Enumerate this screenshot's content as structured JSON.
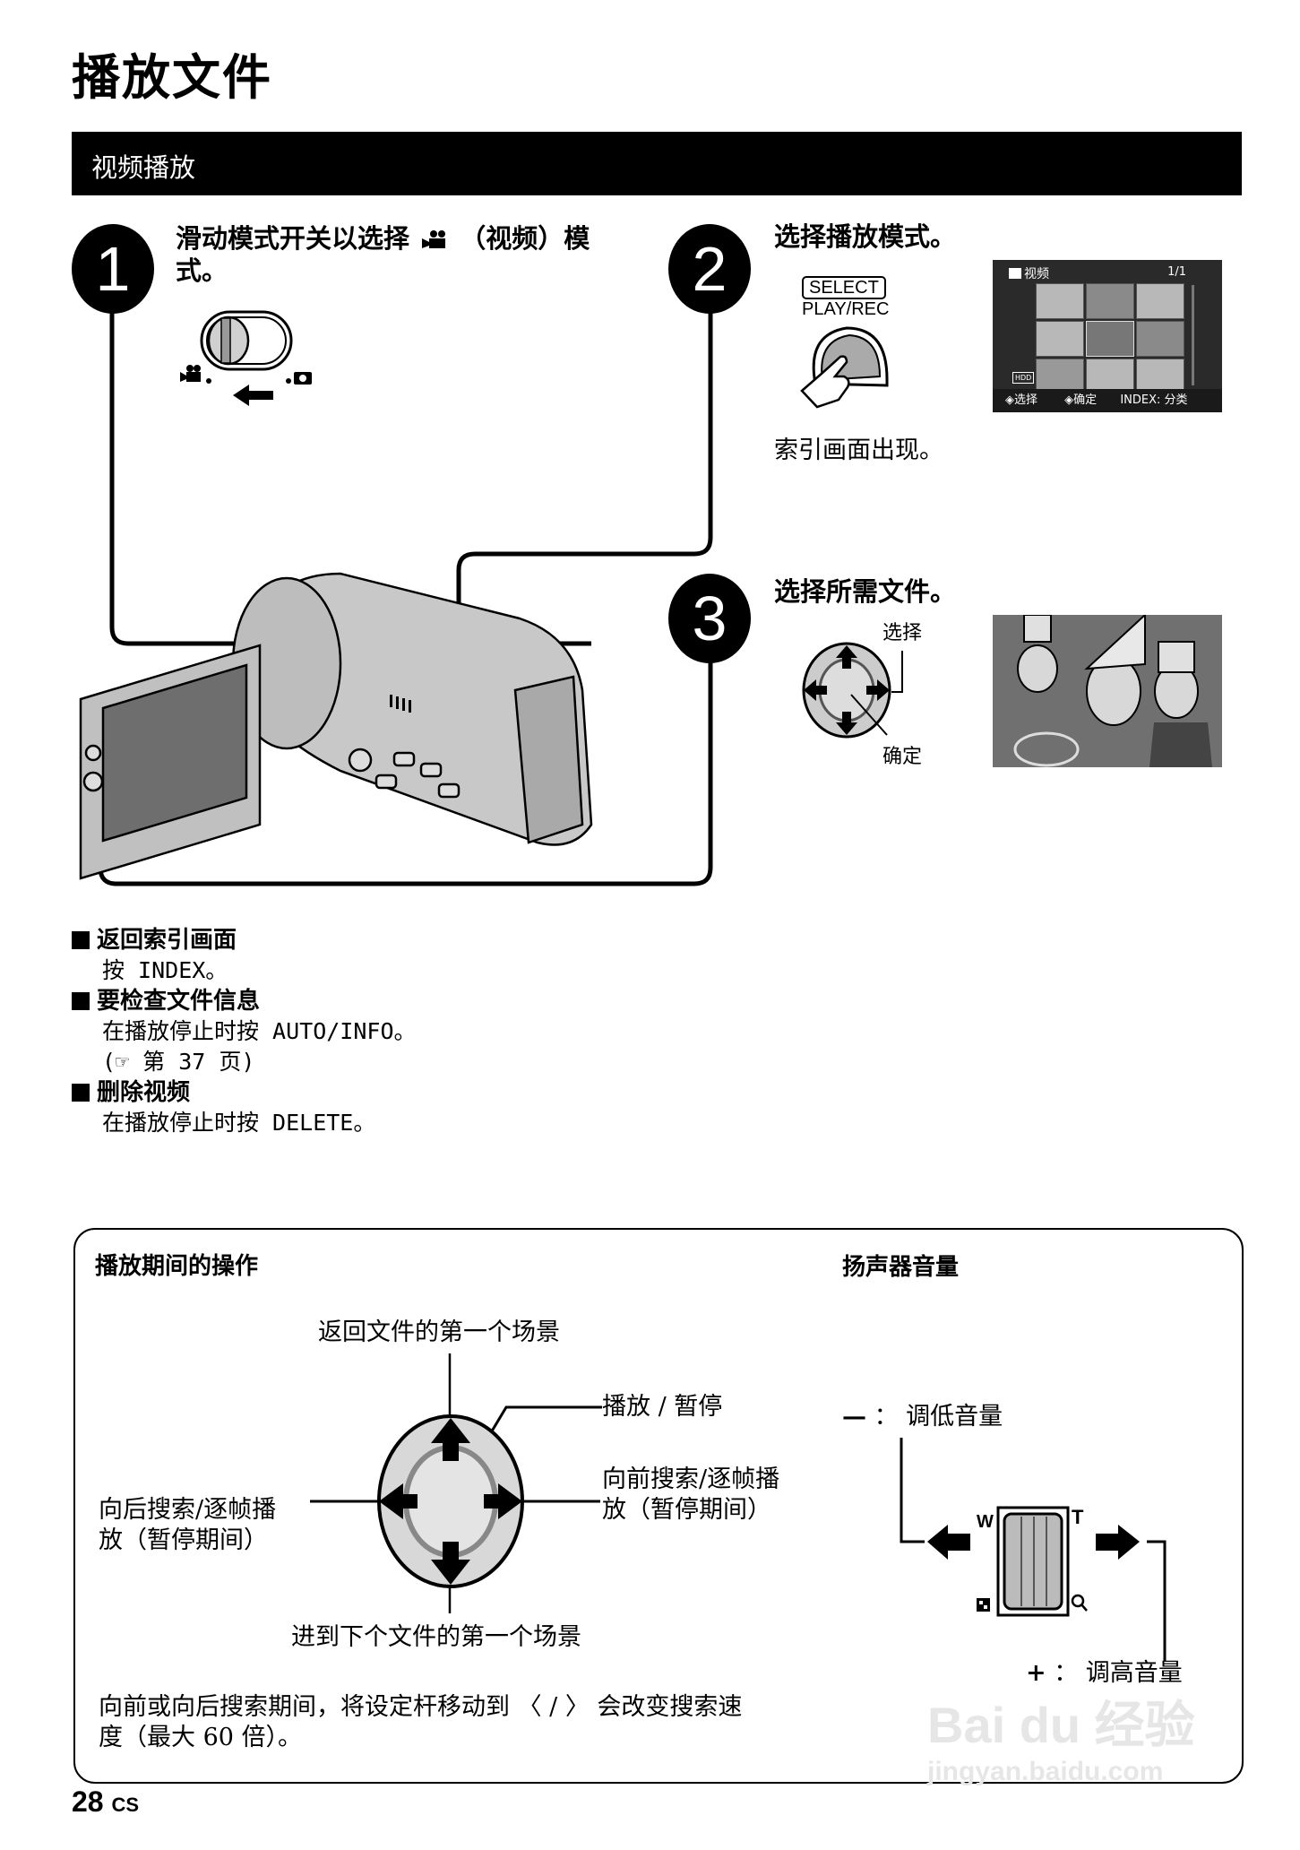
{
  "page": {
    "title": "播放文件",
    "section_title": "视频播放",
    "page_number": "28",
    "page_lang": "CS"
  },
  "steps": [
    {
      "number": "1",
      "heading_line1": "滑动模式开关以选择",
      "heading_icon": "video-camera-icon",
      "heading_line1b": "（视频）模",
      "heading_line2": "式。"
    },
    {
      "number": "2",
      "heading": "选择播放模式。",
      "button_label": "SELECT",
      "button_sublabel": "PLAY/REC",
      "result": "索引画面出现。",
      "screen": {
        "mode_label": "视频",
        "page_indicator": "1/1",
        "media_badge": "HDD",
        "footer": [
          "选择",
          "确定",
          "INDEX: 分类"
        ]
      }
    },
    {
      "number": "3",
      "heading": "选择所需文件。",
      "label_select": "选择",
      "label_confirm": "确定"
    }
  ],
  "notes": [
    {
      "heading": "返回索引画面",
      "lines": [
        "按 INDEX。"
      ]
    },
    {
      "heading": "要检查文件信息",
      "lines": [
        "在播放停止时按 AUTO/INFO。",
        "(☞ 第 37 页)"
      ]
    },
    {
      "heading": "删除视频",
      "lines": [
        "在播放停止时按 DELETE。"
      ]
    }
  ],
  "playback_ops": {
    "heading": "播放期间的操作",
    "up": "返回文件的第一个场景",
    "center": "播放 / 暂停",
    "right_line1": "向前搜索/逐帧播",
    "right_line2": "放（暂停期间）",
    "left_line1": "向后搜索/逐帧播",
    "left_line2": "放（暂停期间）",
    "down": "进到下个文件的第一个场景",
    "footnote_line1": "向前或向后搜索期间，将设定杆移动到 〈 / 〉 会改变搜索速",
    "footnote_line2": "度（最大 60 倍）。"
  },
  "volume": {
    "heading": "扬声器音量",
    "minus_sign": "—",
    "minus_label": "： 调低音量",
    "plus_sign": "+",
    "plus_label": "： 调高音量",
    "lever_w": "W",
    "lever_t": "T"
  },
  "watermark": {
    "brand": "Bai du 经验",
    "url": "jingyan.baidu.com"
  }
}
